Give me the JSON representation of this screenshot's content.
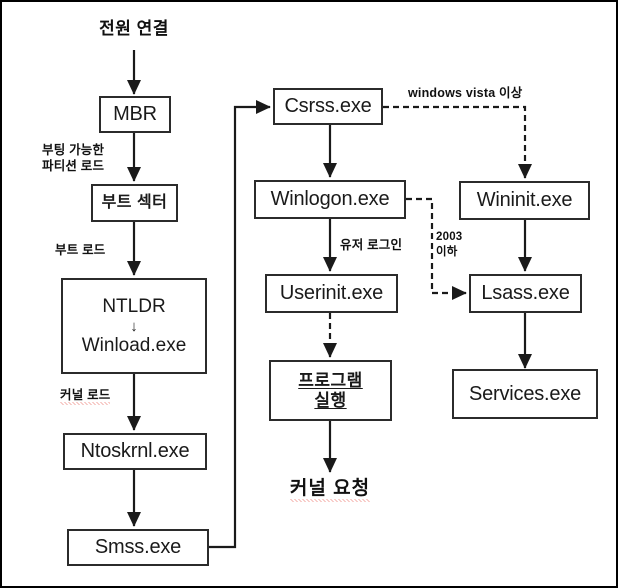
{
  "diagram": {
    "title": "전원 연결",
    "outcome": "커널 요청",
    "nodes": {
      "mbr": "MBR",
      "boot_sector": "부트 섹터",
      "ntldr": "NTLDR",
      "ntldr_arrow": "↓",
      "winload": "Winload.exe",
      "ntoskrnl": "Ntoskrnl.exe",
      "smss": "Smss.exe",
      "csrss": "Csrss.exe",
      "winlogon": "Winlogon.exe",
      "userinit": "Userinit.exe",
      "program_run_line1": "프로그램",
      "program_run_line2": "실행",
      "wininit": "Wininit.exe",
      "lsass": "Lsass.exe",
      "services": "Services.exe"
    },
    "edge_labels": {
      "bootable_partition": "부팅 가능한\n파티션 로드",
      "boot_load": "부트 로드",
      "kernel_load": "커널 로드",
      "user_login": "유저 로그인",
      "vista_or_higher": "windows vista 이상",
      "server2003_line1": "2003",
      "server2003_line2": "이하"
    },
    "colors": {
      "border": "#2b2b2b",
      "line": "#1a1a1a",
      "text": "#1a1a1a",
      "background": "#ffffff",
      "spellcheck": "#e23b2e"
    }
  }
}
